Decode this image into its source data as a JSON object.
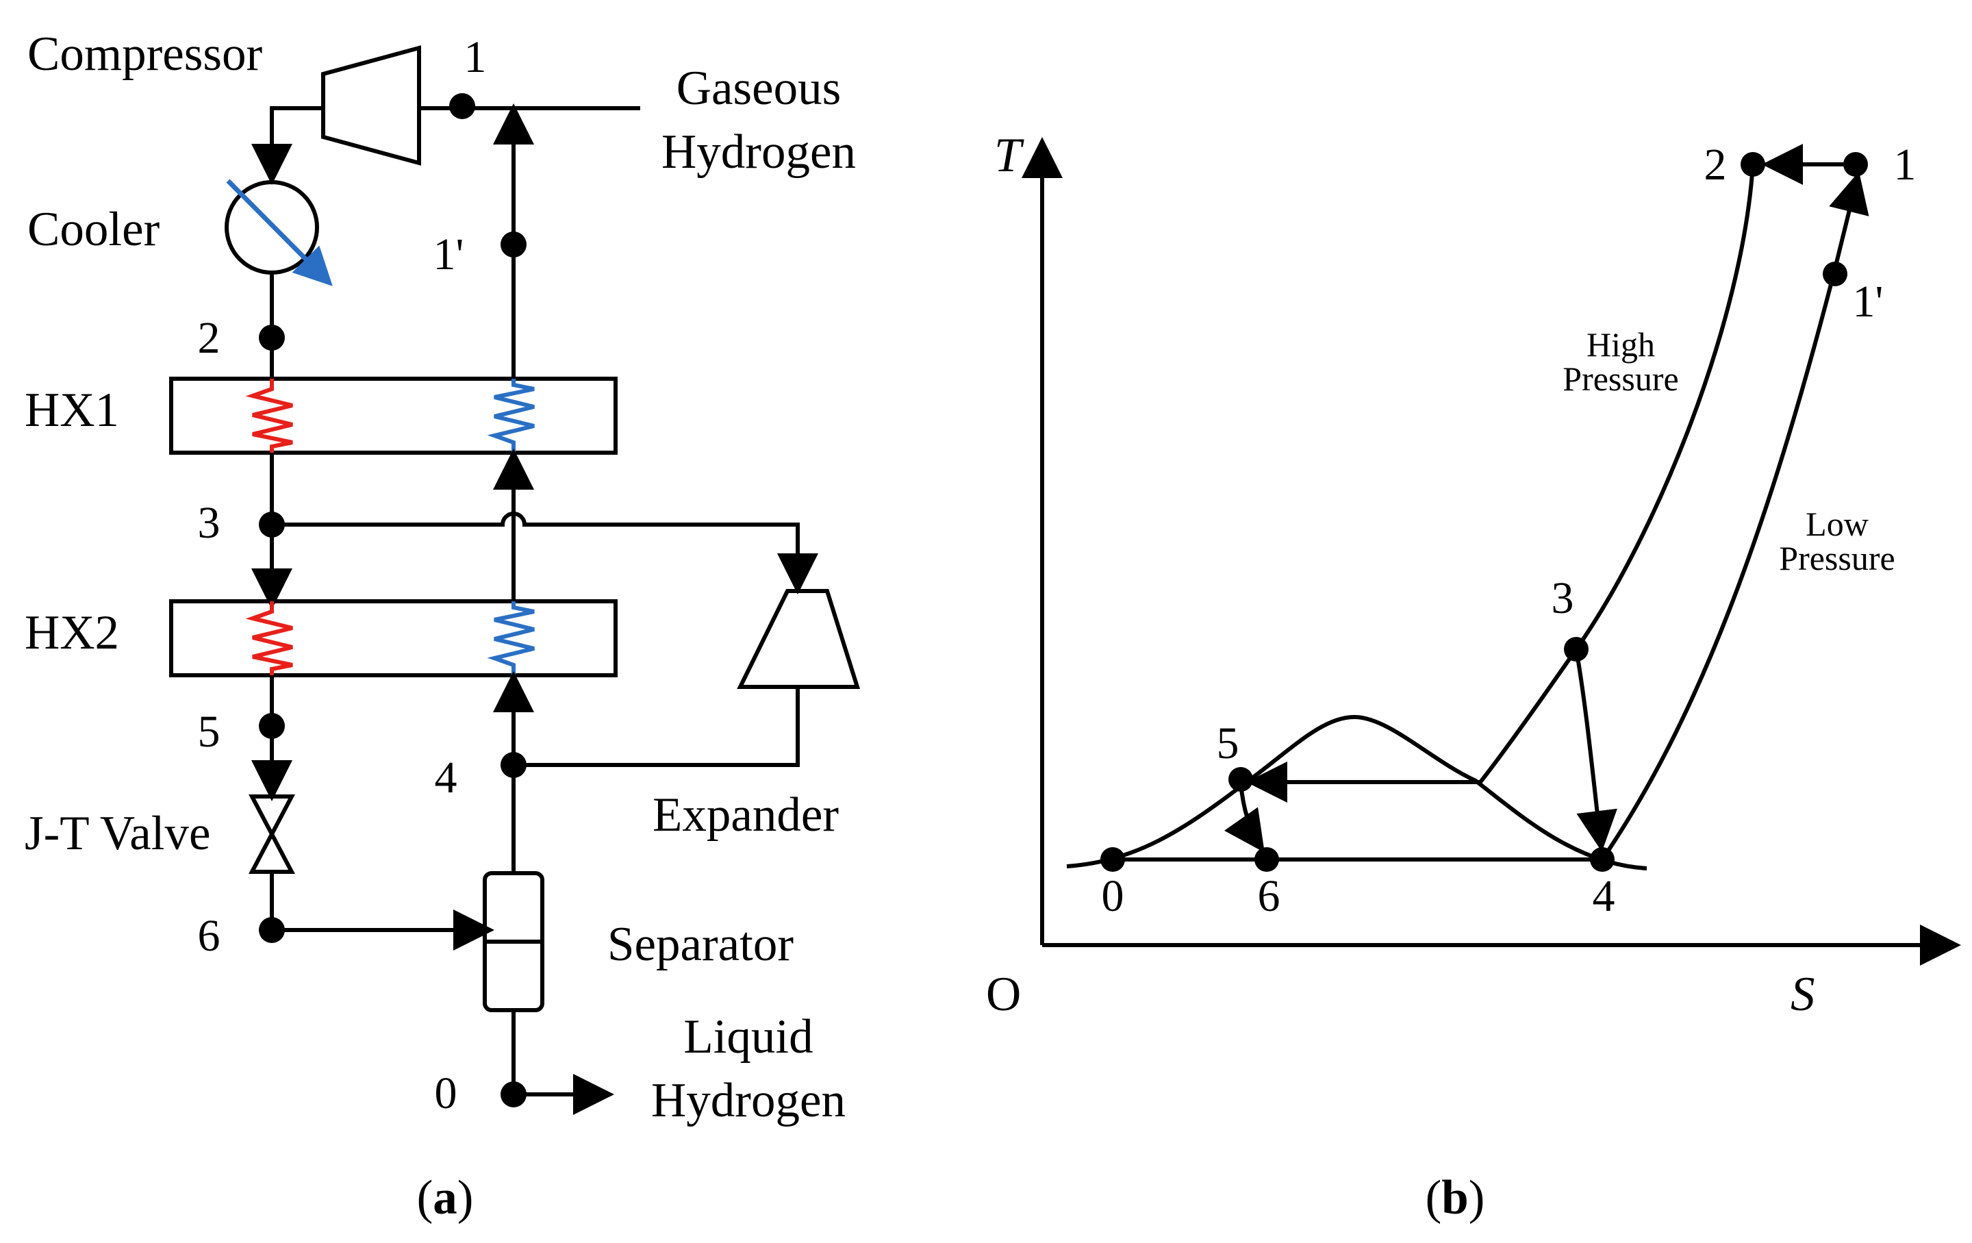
{
  "colors": {
    "line": "#000000",
    "hot_stream": "#e8201a",
    "cold_stream": "#2a6fc4",
    "cooler_arrow": "#2a6fc4"
  },
  "panel_a": {
    "labels": {
      "compressor": "Compressor",
      "cooler": "Cooler",
      "hx1": "HX1",
      "hx2": "HX2",
      "jt_valve": "J-T Valve",
      "expander": "Expander",
      "separator": "Separator",
      "gaseous": "Gaseous",
      "gaseous_hydrogen": "Hydrogen",
      "liquid": "Liquid",
      "liquid_hydrogen": "Hydrogen"
    },
    "points": {
      "p1": "1",
      "p1prime": "1'",
      "p2": "2",
      "p3": "3",
      "p4": "4",
      "p5": "5",
      "p6": "6",
      "p0": "0"
    },
    "caption_open": "(",
    "caption_letter": "a",
    "caption_close": ")",
    "icons": {
      "compressor": "compressor-icon",
      "cooler": "cooler-icon",
      "expander": "expander-icon",
      "jt_valve": "valve-icon",
      "separator": "separator-icon"
    }
  },
  "panel_b": {
    "axes": {
      "y": "T",
      "x": "S",
      "origin": "O"
    },
    "curve_labels": {
      "high_1": "High",
      "high_2": "Pressure",
      "low_1": "Low",
      "low_2": "Pressure"
    },
    "points": {
      "p1": "1",
      "p1prime": "1'",
      "p2": "2",
      "p3": "3",
      "p4": "4",
      "p5": "5",
      "p6": "6",
      "p0": "0"
    },
    "caption_open": "(",
    "caption_letter": "b",
    "caption_close": ")"
  }
}
